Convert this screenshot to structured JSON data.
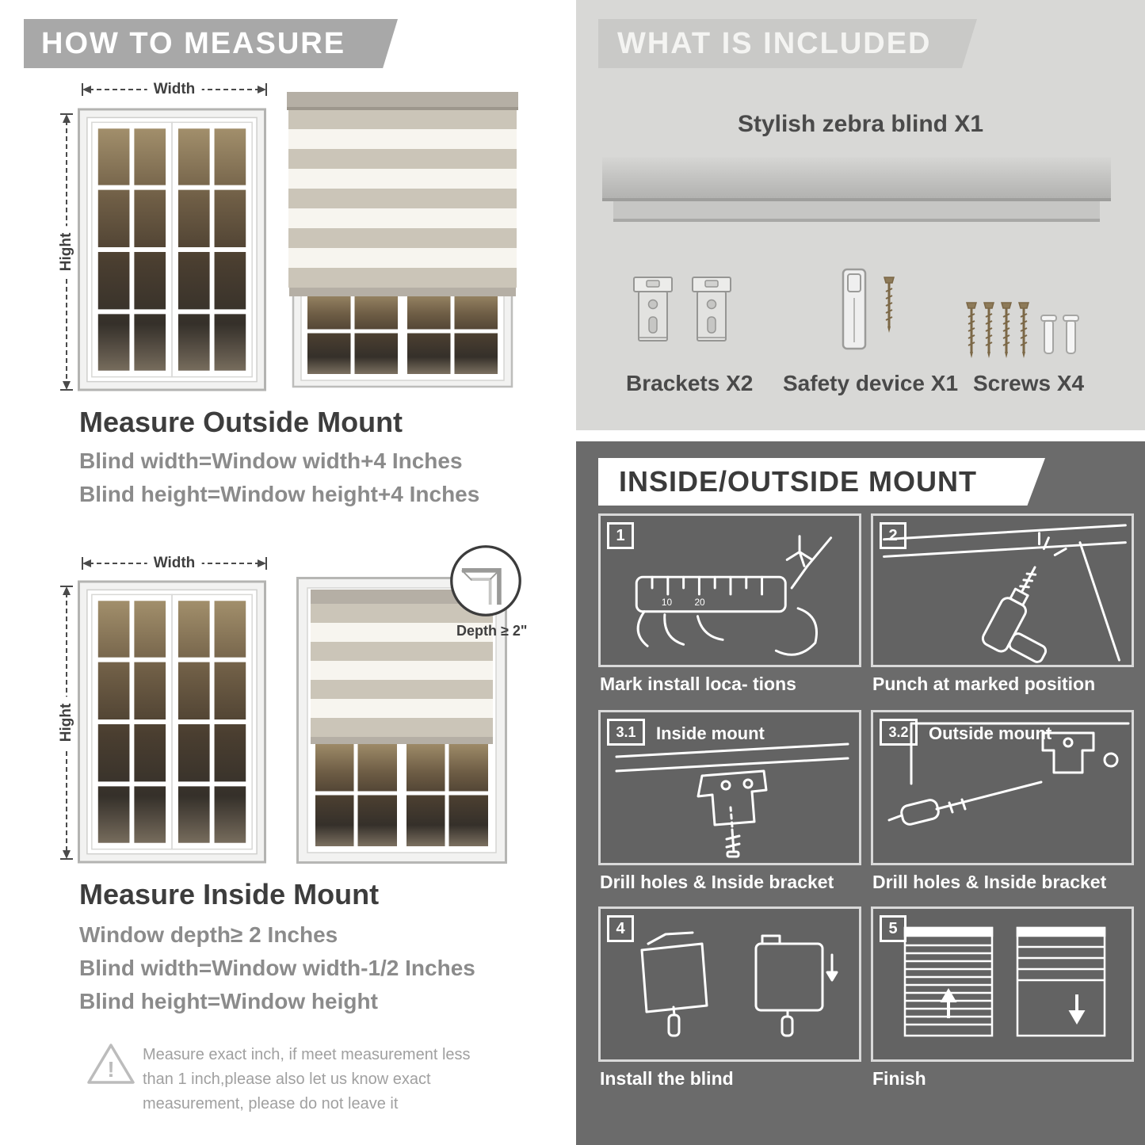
{
  "colors": {
    "left_banner": "#a8a8a8",
    "included_bg": "#d8d8d6",
    "included_banner": "#c9c9c7",
    "mount_bg": "#6b6b6b",
    "panel_bg": "#636363",
    "heading_text": "#3d3d3d",
    "body_text": "#8b8b8b",
    "stripe_gray": "#cbc5b8",
    "stripe_light": "#f7f5ef"
  },
  "left": {
    "banner": "HOW TO MEASURE",
    "outside": {
      "width_label": "Width",
      "height_label": "Hight",
      "title": "Measure Outside Mount",
      "line1": "Blind width=Window width+4 Inches",
      "line2": "Blind height=Window height+4 Inches"
    },
    "inside": {
      "width_label": "Width",
      "height_label": "Hight",
      "depth_label": "Depth ≥ 2\"",
      "title": "Measure Inside Mount",
      "line1": "Window depth≥ 2 Inches",
      "line2": "Blind width=Window width-1/2 Inches",
      "line3": "Blind height=Window height"
    },
    "warning_mark": "!",
    "note": "Measure exact inch, if meet measurement less than 1 inch,please also let us know exact measurement, please do not leave it"
  },
  "included": {
    "banner": "WHAT IS INCLUDED",
    "product": "Stylish zebra blind X1",
    "item1": "Brackets X2",
    "item2": "Safety device X1",
    "item3": "Screws X4"
  },
  "mount": {
    "banner": "INSIDE/OUTSIDE MOUNT",
    "steps": [
      {
        "num": "1",
        "caption": "Mark install loca- tions",
        "ruler_marks": [
          "10",
          "20"
        ]
      },
      {
        "num": "2",
        "caption": "Punch at  marked position"
      },
      {
        "num": "3.1",
        "label": "Inside mount",
        "caption": "Drill holes &  Inside bracket"
      },
      {
        "num": "3.2",
        "label": "Outside mount",
        "caption": "Drill holes &  Inside bracket"
      },
      {
        "num": "4",
        "caption": "Install the blind"
      },
      {
        "num": "5",
        "caption": "Finish"
      }
    ]
  }
}
